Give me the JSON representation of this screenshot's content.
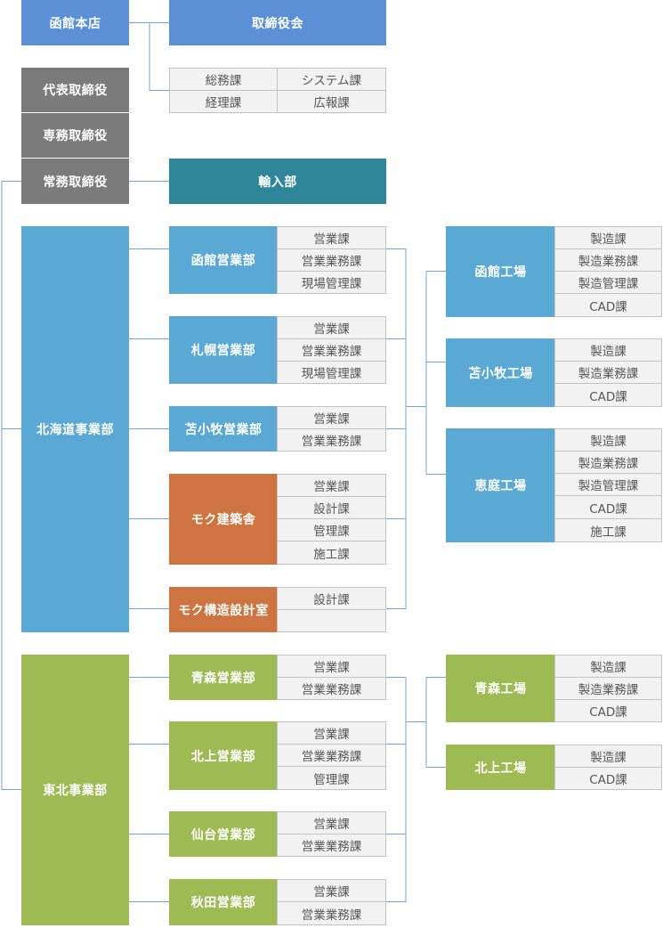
{
  "top": {
    "hq": "函館本店",
    "board": "取締役会",
    "board_depts": [
      "総務課",
      "システム課",
      "経理課",
      "広報課"
    ]
  },
  "executives": [
    "代表取締役",
    "専務取締役",
    "常務取締役"
  ],
  "import_dept": "輸入部",
  "hokkaido": {
    "name": "北海道事業部",
    "offices": [
      {
        "name": "函館営業部",
        "sections": [
          "営業課",
          "営業業務課",
          "現場管理課"
        ]
      },
      {
        "name": "札幌営業部",
        "sections": [
          "営業課",
          "営業業務課",
          "現場管理課"
        ]
      },
      {
        "name": "苫小牧営業部",
        "sections": [
          "営業課",
          "営業業務課"
        ]
      },
      {
        "name": "モク建築舎",
        "sections": [
          "営業課",
          "設計課",
          "管理課",
          "施工課"
        ]
      },
      {
        "name": "モク構造設計室",
        "sections": [
          "設計課",
          ""
        ]
      }
    ],
    "factories": [
      {
        "name": "函館工場",
        "sections": [
          "製造課",
          "製造業務課",
          "製造管理課",
          "CAD課"
        ]
      },
      {
        "name": "苫小牧工場",
        "sections": [
          "製造課",
          "製造業務課",
          "CAD課"
        ]
      },
      {
        "name": "恵庭工場",
        "sections": [
          "製造課",
          "製造業務課",
          "製造管理課",
          "CAD課",
          "施工課"
        ]
      }
    ]
  },
  "tohoku": {
    "name": "東北事業部",
    "offices": [
      {
        "name": "青森営業部",
        "sections": [
          "営業課",
          "営業業務課"
        ]
      },
      {
        "name": "北上営業部",
        "sections": [
          "営業課",
          "営業業務課",
          "管理課"
        ]
      },
      {
        "name": "仙台営業部",
        "sections": [
          "営業課",
          "営業業務課"
        ]
      },
      {
        "name": "秋田営業部",
        "sections": [
          "営業課",
          "営業業務課"
        ]
      }
    ],
    "factories": [
      {
        "name": "青森工場",
        "sections": [
          "製造課",
          "製造業務課",
          "CAD課"
        ]
      },
      {
        "name": "北上工場",
        "sections": [
          "製造課",
          "CAD課"
        ]
      }
    ]
  },
  "colors": {
    "hq": "#5b8fd6",
    "executive": "#7b7b7b",
    "import": "#2f8698",
    "hokkaido": "#5aa9d5",
    "moku": "#cd7440",
    "tohoku": "#9dbb52",
    "connector": "#6fa6d6"
  }
}
